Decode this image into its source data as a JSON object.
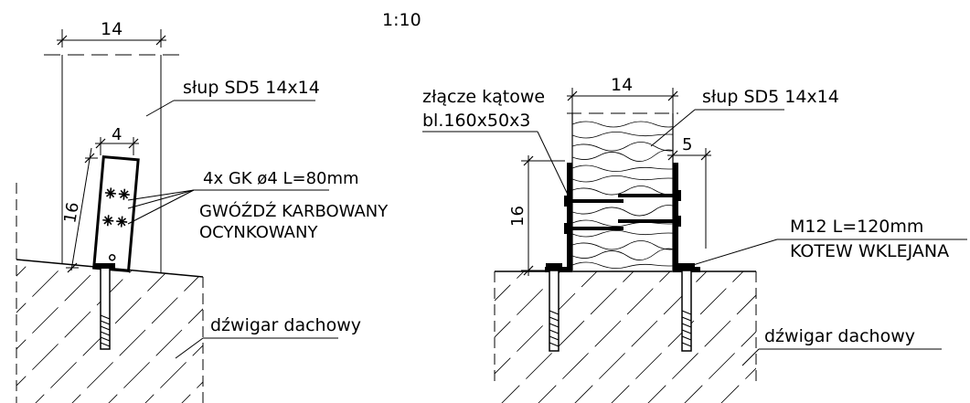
{
  "scale": "1:10",
  "left_detail": {
    "post_width": "14",
    "post_label": "słup SD5 14x14",
    "plate_width": "4",
    "height_dim": "16",
    "nail_spec": "4x GK ø4 L=80mm",
    "nail_desc_1": "GWÓŹDŹ KARBOWANY",
    "nail_desc_2": "OCYNKOWANY",
    "beam_label": "dźwigar dachowy"
  },
  "right_detail": {
    "bracket_line_1": "złącze kątowe",
    "bracket_line_2": "bl.160x50x3",
    "post_width": "14",
    "post_label": "słup SD5 14x14",
    "side_dim": "5",
    "height_dim": "16",
    "anchor_spec": "M12 L=120mm",
    "anchor_desc": "KOTEW WKLEJANA",
    "beam_label": "dźwigar dachowy"
  }
}
